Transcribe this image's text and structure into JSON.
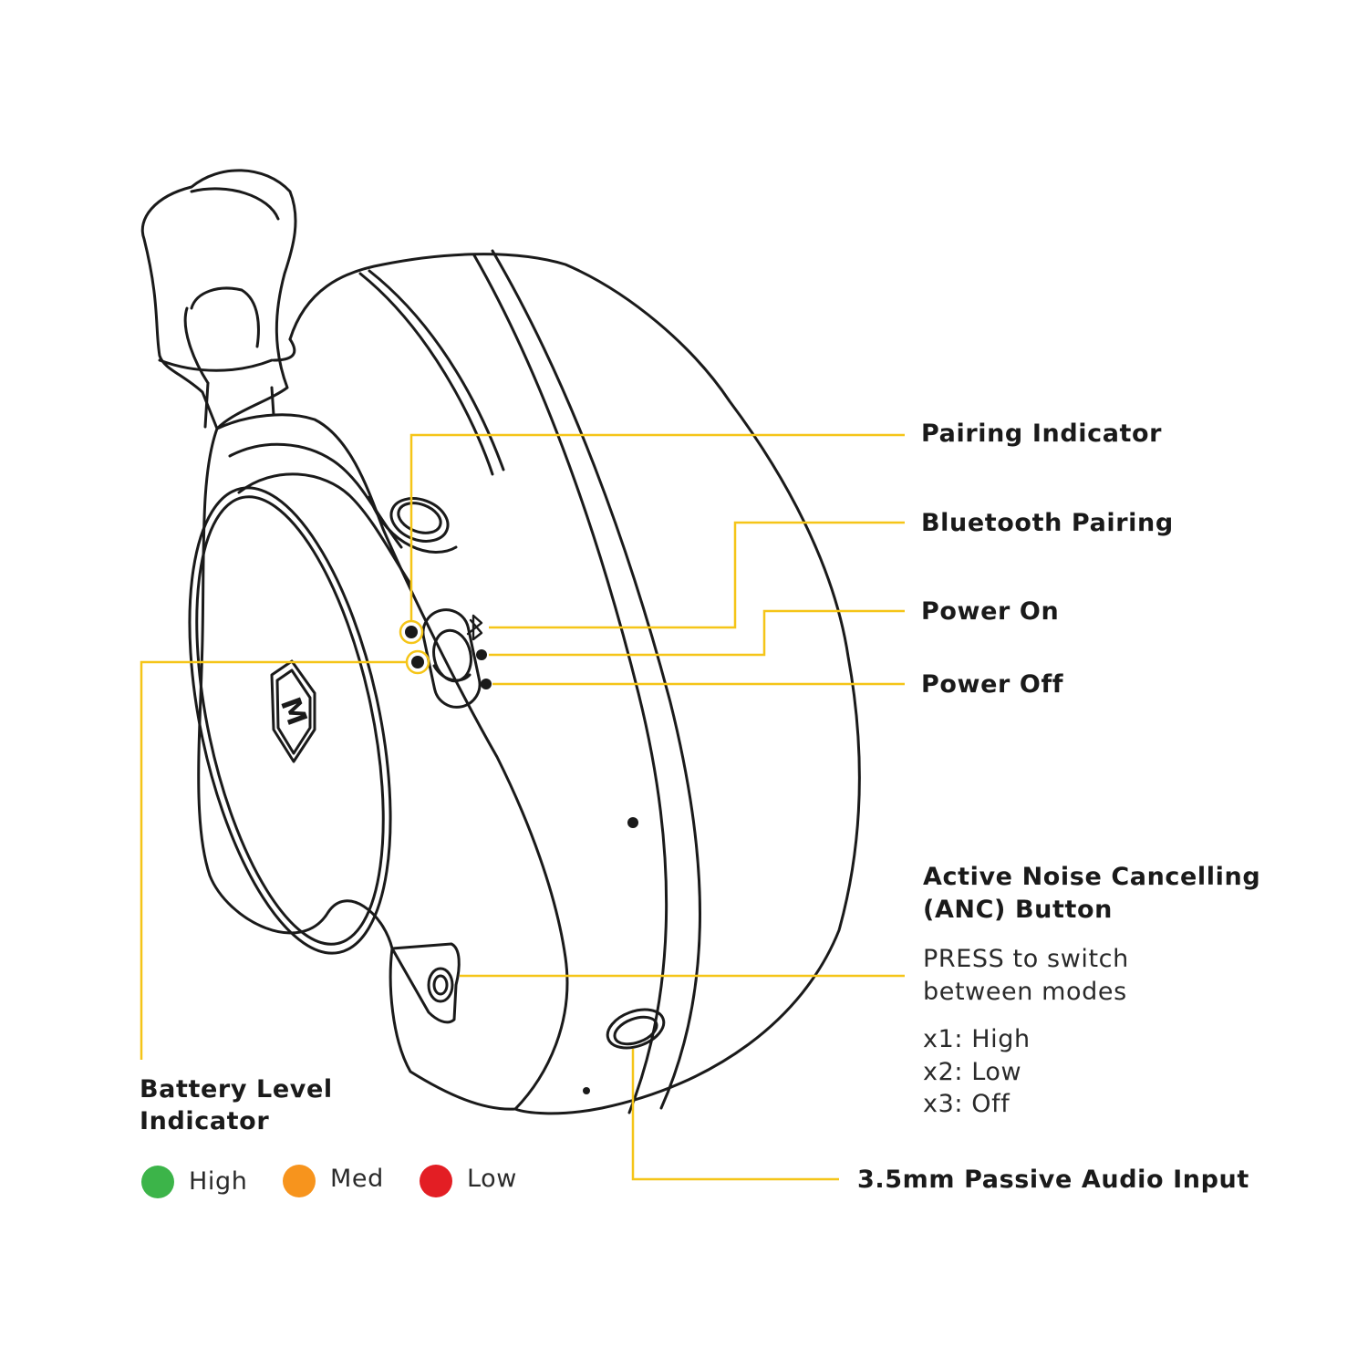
{
  "labels": {
    "pairing_indicator": "Pairing Indicator",
    "bluetooth_pairing": "Bluetooth Pairing",
    "power_on": "Power On",
    "power_off": "Power Off",
    "anc_title_1": "Active Noise Cancelling",
    "anc_title_2": "(ANC) Button",
    "anc_desc_1": "PRESS to switch",
    "anc_desc_2": "between modes",
    "anc_mode_1": "x1: High",
    "anc_mode_2": "x2: Low",
    "anc_mode_3": "x3: Off",
    "audio_input": "3.5mm Passive Audio Input",
    "battery_title_1": "Battery Level",
    "battery_title_2": "Indicator"
  },
  "legend": [
    {
      "label": "High",
      "color": "#3cb449"
    },
    {
      "label": "Med",
      "color": "#f7941d"
    },
    {
      "label": "Low",
      "color": "#e31e24"
    }
  ],
  "colors": {
    "callout_line": "#f5c518",
    "outline": "#1a1a1a",
    "logo": "M"
  }
}
